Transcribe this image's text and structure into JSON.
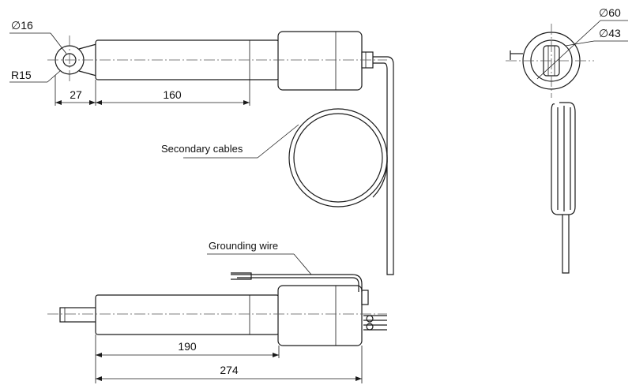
{
  "dimensions": {
    "eye_diameter": "∅16",
    "eye_radius": "R15",
    "eye_length": "27",
    "rod_length": "160",
    "body_length": "190",
    "total_length": "274",
    "housing_diameter": "∅60",
    "inner_diameter": "∅43"
  },
  "labels": {
    "secondary_cables": "Secondary cables",
    "grounding_wire": "Grounding wire"
  }
}
